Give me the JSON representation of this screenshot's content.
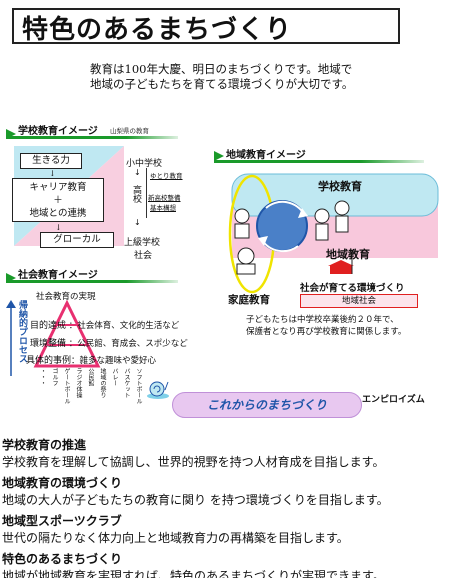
{
  "title": "特色のあるまちづくり",
  "intro": {
    "line1": "教育は100年大慶、明日のまちづくりです。地域で",
    "line2": "地域の子どもたちを育てる環境づくりが大切です。"
  },
  "school_section": {
    "heading": "学校教育イメージ",
    "source": "山梨県の教育",
    "box1": "生きる力",
    "box2_line1": "キャリア教育",
    "box2_plus": "＋",
    "box2_line2": "地域との連携",
    "box3": "グローカル",
    "elem_mid": "小中学校",
    "elem_mid_note": "ゆとり教育",
    "high_school": "高校",
    "high_note1": "新高校整備",
    "high_note2": "基本構想",
    "upper_school": "上級学校",
    "society": "社会"
  },
  "social_section": {
    "heading": "社会教育イメージ",
    "realize": "社会教育の実現",
    "vertical_label": "帰納的プロセス",
    "row1_label": "目的達成",
    "row1_text": "社会体育、文化的生活など",
    "row2_label": "環境整備",
    "row2_text": "公民館、育成会、スポ少など",
    "row3_label": "具体的事例",
    "row3_text": "雑多な趣味や愛好心",
    "examples": [
      "ソフトボール",
      "バスケット",
      "バレー",
      "地域の祭り",
      "公民館",
      "ラジオ体操",
      "ゲートボール",
      "ゴルフ",
      "・・・"
    ]
  },
  "community_section": {
    "heading": "地域教育イメージ",
    "school_ed": "学校教育",
    "regional_ed": "地域教育",
    "family_ed": "家庭教育",
    "society_raises": "社会が育てる環境づくり",
    "community_society": "地域社会",
    "note_line1": "子どもたちは中学校卒業後約２０年で、",
    "note_line2": "保護者となり再び学校教育に関係します。"
  },
  "banner": {
    "text": "これからのまちづくり",
    "label": "エンピロイズム"
  },
  "items": [
    {
      "heading": "学校教育の推進",
      "text": "学校教育を理解して協調し、世界的視野を持つ人材育成を目指します。"
    },
    {
      "heading": "地域教育の環境づくり",
      "text": "地域の大人が子どもたちの教育に関り を持つ環境づくりを目指します。"
    },
    {
      "heading": "地域型スポーツクラブ",
      "text": "世代の隔たりなく体力向上と地域教育力の再構築を目指します。"
    },
    {
      "heading": "特色のあるまちづくり",
      "text": "地域が地域教育を実現すれば、特色のあるまちづくりが実現できます。"
    }
  ],
  "colors": {
    "green": "#1a9a2a",
    "pink": "#f6c6dc",
    "blue": "#7fd0e8",
    "dark_blue": "#1f55a8",
    "red": "#e02020",
    "yellow": "#f2e600"
  }
}
